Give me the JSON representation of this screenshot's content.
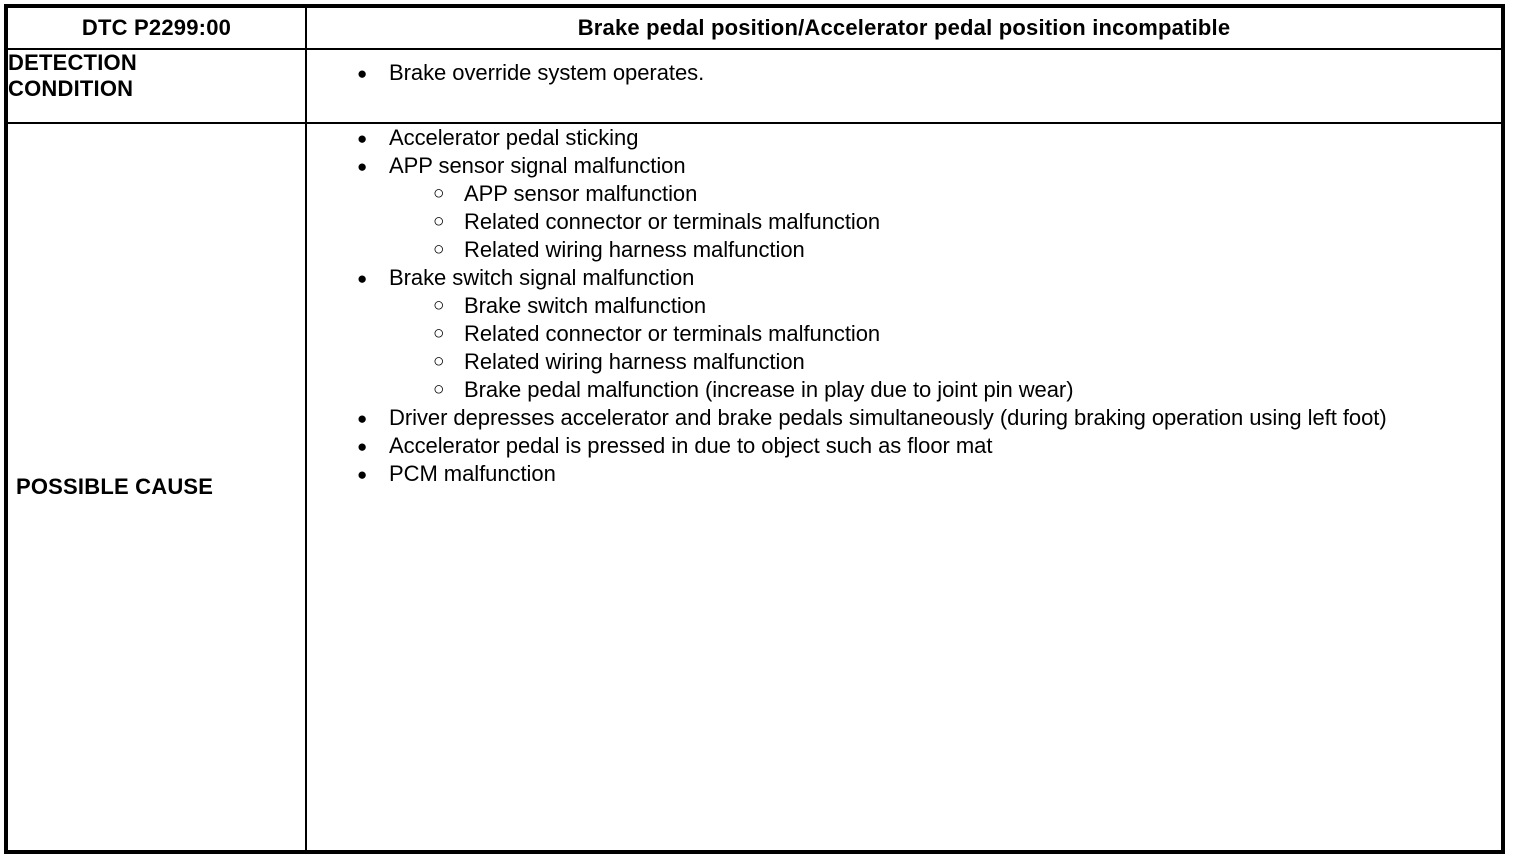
{
  "table": {
    "header": {
      "dtc_code": "DTC P2299:00",
      "dtc_title": "Brake pedal position/Accelerator pedal position incompatible"
    },
    "rows": [
      {
        "label": "DETECTION\nCONDITION",
        "label_line1": "DETECTION",
        "label_line2": "CONDITION",
        "items": [
          {
            "level": 1,
            "marker": "filled-bullet",
            "text": "Brake override system operates."
          }
        ]
      },
      {
        "label": "POSSIBLE CAUSE",
        "items": [
          {
            "level": 1,
            "marker": "filled-bullet",
            "text": "Accelerator pedal sticking"
          },
          {
            "level": 1,
            "marker": "filled-bullet",
            "text": "APP sensor signal malfunction"
          },
          {
            "level": 2,
            "marker": "hollow-circle",
            "text": "APP sensor malfunction"
          },
          {
            "level": 2,
            "marker": "hollow-circle",
            "text": "Related connector or terminals malfunction"
          },
          {
            "level": 2,
            "marker": "hollow-circle",
            "text": "Related wiring harness malfunction"
          },
          {
            "level": 1,
            "marker": "filled-bullet",
            "text": "Brake switch signal malfunction"
          },
          {
            "level": 2,
            "marker": "hollow-circle",
            "text": "Brake switch malfunction"
          },
          {
            "level": 2,
            "marker": "hollow-circle",
            "text": "Related connector or terminals malfunction"
          },
          {
            "level": 2,
            "marker": "hollow-circle",
            "text": "Related wiring harness malfunction"
          },
          {
            "level": 2,
            "marker": "hollow-circle",
            "text": "Brake pedal malfunction (increase in play due to joint pin wear)"
          },
          {
            "level": 1,
            "marker": "filled-bullet",
            "text": "Driver depresses accelerator and brake pedals simultaneously (during braking operation using left foot)"
          },
          {
            "level": 1,
            "marker": "filled-bullet",
            "text": "Accelerator pedal is pressed in due to object such as floor mat"
          },
          {
            "level": 1,
            "marker": "filled-bullet",
            "text": "PCM malfunction"
          }
        ]
      }
    ]
  },
  "markers": {
    "filled_bullet": "●",
    "hollow_circle": "○"
  },
  "colors": {
    "text": "#000000",
    "border": "#000000",
    "background": "#ffffff"
  }
}
